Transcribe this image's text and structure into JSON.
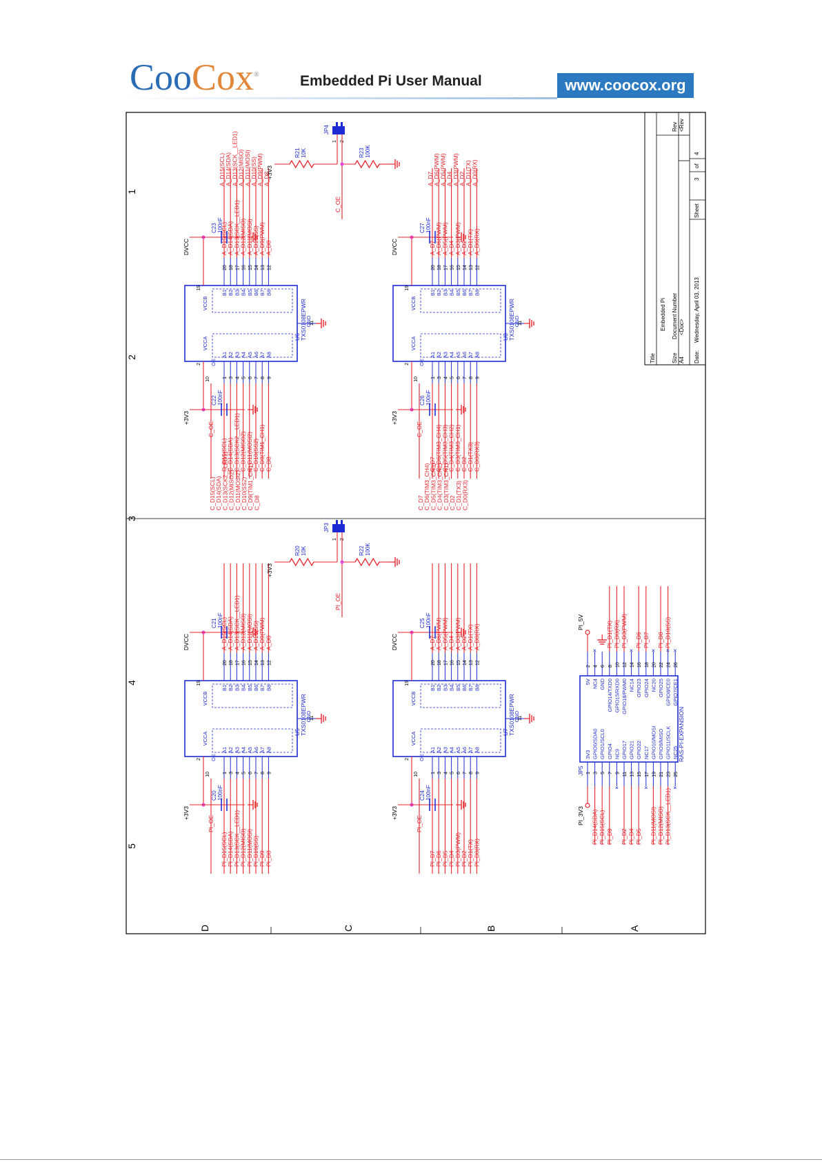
{
  "header": {
    "logo_text_a": "Coo",
    "logo_text_b": "Cox",
    "logo_mark": "®",
    "manual_title": "Embedded Pi User Manual",
    "website": "www.coocox.org"
  },
  "colors": {
    "net": "#e8232a",
    "part": "#1c2bd3",
    "pin": "#d1d5e8",
    "frame": "#000000",
    "dot": "#e24ad8",
    "brand_blue": "#2b79c0",
    "brand_orange": "#e2873a"
  },
  "frame": {
    "row_labels": [
      "1",
      "2",
      "3",
      "4",
      "5"
    ],
    "col_labels": [
      "D",
      "C",
      "B",
      "A"
    ]
  },
  "title_block": {
    "title_label": "Title",
    "title_value": "Embedded Pi",
    "size_label": "Size",
    "size_value": "A4",
    "docnum_label": "Document Number",
    "docnum_value": "<Doc>",
    "rev_label": "Rev",
    "rev_value": "<Rev",
    "date_label": "Date:",
    "date_value": "Wednesday, April 03, 2013",
    "sheet_label": "Sheet",
    "sheet_value": "3",
    "of_label": "of",
    "of_value": "4"
  },
  "power_labels": {
    "dvcc": "DVCC",
    "p3v3": "+3V3",
    "pi_5v": "PI_5V",
    "pi_3v3": "PI_3V3"
  },
  "chip": {
    "part": "TXS0108EPWR",
    "left_pins": [
      "A1",
      "A2",
      "A3",
      "A4",
      "A5",
      "A6",
      "A7",
      "A8"
    ],
    "right_pins": [
      "B1",
      "B2",
      "B3",
      "B4",
      "B5",
      "B6",
      "B7",
      "B8"
    ],
    "left_nums": [
      "1",
      "3",
      "4",
      "5",
      "6",
      "7",
      "8",
      "9"
    ],
    "right_nums": [
      "20",
      "18",
      "17",
      "16",
      "15",
      "14",
      "13",
      "12"
    ],
    "vcca": "VCCA",
    "vccb": "VCCB",
    "oe": "OE",
    "gnd": "GND",
    "vcca_num": "2",
    "vccb_num": "19",
    "oe_num": "10",
    "gnd_num": "11"
  },
  "units": [
    {
      "id": "U6",
      "cap_left": "C22",
      "cap_right": "C23",
      "cap_value": "100nF",
      "oe_net": "C_OE",
      "b_nets": [
        "A_D15(SCL)",
        "A_D14(SDA)",
        "A_D13(SCK__LED1)",
        "A_D12(MISO)",
        "A_D11(MOSI)",
        "A_D10(SS)",
        "A_D9(PWM)",
        "A_D8"
      ],
      "a_nets": [
        "C_D15(SCL)",
        "C_D14(SDA)",
        "C_D13(SCK2__LED1)",
        "C_D12(MISO2)",
        "C_D11(MOSI2)",
        "C_D10(SS2)",
        "C_D9(TIM1_CH1)",
        "C_D8"
      ],
      "a_ext": [
        "C_D15(SCL)",
        "C_D14(SDA)",
        "C_D13(SCK2__LED1)",
        "C_D12(MISO2)",
        "C_D11(MOSI2)",
        "C_D10(SS2)",
        "C_D9(TIM1_CH1)",
        "C_D8"
      ],
      "b_ext": [
        "A_D15(SCL)",
        "A_D14(SDA)",
        "A_D13(SCK__LED1)",
        "A_D12(MISO)",
        "A_D11(MOSI)",
        "A_D10(SS)",
        "A_D9(PWM)",
        "A_D8"
      ]
    },
    {
      "id": "U8",
      "cap_left": "C26",
      "cap_right": "C27",
      "cap_value": "100nF",
      "oe_net": "C_OE",
      "b_nets": [
        "A_D7",
        "A_D6(PWM)",
        "A_D5(PWM)",
        "A_D4",
        "A_D3(PWM)",
        "A_D2",
        "A_D1(TX)",
        "A_D0(RX)"
      ],
      "a_nets": [
        "C_D7",
        "C_D6(TIM3_CH4)",
        "C_D5(TIM3_CH3)",
        "C_D4(TIM3_CH2)",
        "C_D3(TIM3_CH1)",
        "C_D2",
        "C_D1(TX3)",
        "C_D0(RX3)"
      ],
      "a_ext": [
        "C_D7",
        "C_D6(TIM3_CH4)",
        "C_D5(TIM3_CH3)",
        "C_D4(TIM3_CH2)",
        "C_D3(TIM3_CH1)",
        "C_D2",
        "C_D1(TX3)",
        "C_D0(RX3)"
      ],
      "b_ext": [
        "A_D7",
        "A_D6(PWM)",
        "A_D5(PWM)",
        "A_D4",
        "A_D3(PWM)",
        "A_D2",
        "A_D1(TX)",
        "A_D0(RX)"
      ]
    },
    {
      "id": "U5",
      "cap_left": "C20",
      "cap_right": "C21",
      "cap_value": "100nF",
      "oe_net": "PI_OE",
      "b_nets": [
        "A_D15(SCL)",
        "A_D14(SDA)",
        "A_D13(SCK__LED1)",
        "A_D12(MISO)",
        "A_D11(MOSI)",
        "A_D10(SS)",
        "A_D9(PWM)",
        "A_D8"
      ],
      "a_nets": [
        "PI_D15(SCL)",
        "PI_D14(SDA)",
        "PI_D13(SCK__LED1)",
        "PI_D12(MISO)",
        "PI_D11(MOSI)",
        "PI_D10(SS)",
        "PI_D9",
        "PI_D8"
      ]
    },
    {
      "id": "U7",
      "cap_left": "C24",
      "cap_right": "C25",
      "cap_value": "100nF",
      "oe_net": "PI_OE",
      "b_nets": [
        "A_D7",
        "A_D6(PWM)",
        "A_D5(PWM)",
        "A_D4",
        "A_D3(PWM)",
        "A_D2",
        "A_D1(TX)",
        "A_D0(RX)"
      ],
      "a_nets": [
        "PI_D7",
        "PI_D6",
        "PI_D5",
        "PI_D4",
        "PI_D3(PWM)",
        "PI_D2",
        "PI_D1(TX)",
        "PI_D0(RX)"
      ]
    }
  ],
  "jumpers": [
    {
      "id": "JP4",
      "r_pull": "R21",
      "r_pull_val": "10K",
      "r_down": "R23",
      "r_down_val": "100K",
      "net": "C_OE",
      "pin1": "1",
      "pin2": "2",
      "supply": "+3V3"
    },
    {
      "id": "JP3",
      "r_pull": "R20",
      "r_pull_val": "10K",
      "r_down": "R22",
      "r_down_val": "100K",
      "net": "PI_OE",
      "pin1": "1",
      "pin2": "2",
      "supply": "+3V3"
    }
  ],
  "expansion": {
    "id": "JP5",
    "name": "RAS-PI-EXPANSION",
    "left_pins": [
      "3V3",
      "GPIO0/SDA0",
      "GPIO1/SCL0",
      "GPIO4",
      "NC9",
      "GPIO17",
      "GPIO21",
      "GPIO22",
      "NC17",
      "GPIO10/MOSI",
      "GPIO9/MISO",
      "GPIO11/SCLK",
      "NC25"
    ],
    "left_nums": [
      "1",
      "3",
      "5",
      "7",
      "9",
      "11",
      "13",
      "15",
      "17",
      "19",
      "21",
      "23",
      "25"
    ],
    "right_pins": [
      "5V",
      "NC4",
      "GND",
      "GPIO14/TXD0",
      "GPIO15/RXD0",
      "GPIO18/PWM0",
      "NC14",
      "GPIO23",
      "GPIO24",
      "NC20",
      "GPIO25",
      "GPIO8/CE0",
      "GPIO7/CE1"
    ],
    "right_nums": [
      "2",
      "4",
      "6",
      "8",
      "10",
      "12",
      "14",
      "16",
      "18",
      "20",
      "22",
      "24",
      "26"
    ],
    "left_nets": [
      "PI_D14(SDA)",
      "PI_D15(SCL)",
      "PI_D9",
      "PI_D2",
      "PI_D4",
      "PI_D5",
      "PI_D11(MOSI)",
      "PI_D12(MISO)",
      "PI_D13(SCK__LED1)"
    ],
    "right_nets": [
      "PI_D1(TX)",
      "PI_D0(RX)",
      "PI_D3(PWM)",
      "PI_D6",
      "PI_D7",
      "PI_D8",
      "PI_D10(SS)"
    ]
  }
}
